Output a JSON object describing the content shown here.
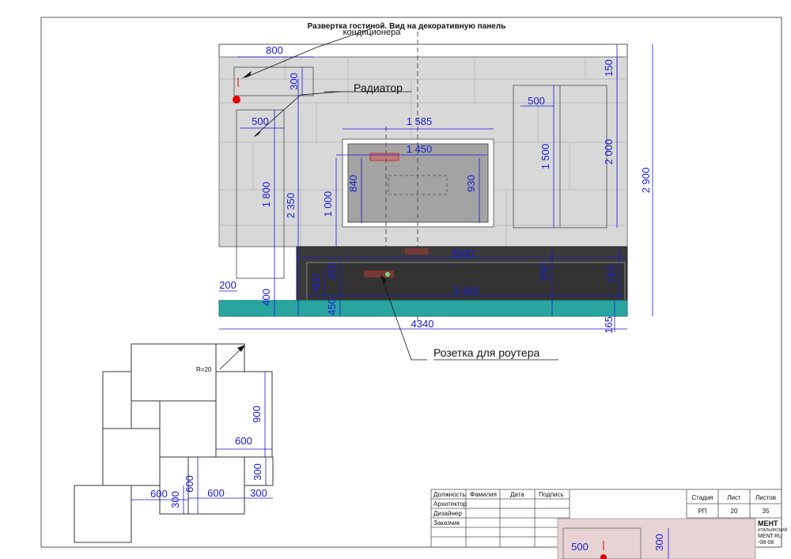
{
  "title": "Развертка гостиной. Вид на декоративную панель",
  "callouts": {
    "ac_text": "кондиционера",
    "radiator": "Радиатор",
    "router": "Розетка для роутера"
  },
  "dims": {
    "d800": "800",
    "d300a": "300",
    "d500a": "500",
    "d1800": "1 800",
    "d2350": "2 350",
    "d200": "200",
    "d400a": "400",
    "d1585": "1 585",
    "d1450": "1 450",
    "d840": "840",
    "d1000": "1 000",
    "d930": "930",
    "d500b": "500",
    "d1500": "1 500",
    "d2000": "2 000",
    "d150": "150",
    "d2900": "2 900",
    "d3500": "3500",
    "d250": "250",
    "d400b": "400",
    "d450": "450",
    "d950": "950",
    "d585": "585",
    "d3400": "3 400",
    "d4340": "4340",
    "d165": "165"
  },
  "tile_detail": {
    "radius": "R=20",
    "d900": "900",
    "d600a": "600",
    "d300a": "300",
    "d600b": "600",
    "d300b": "300",
    "d600c": "600",
    "d300c": "300",
    "d600d": "600"
  },
  "title_block": {
    "headers": [
      "Должность",
      "Фамилия",
      "Дата",
      "Подпись"
    ],
    "roles": [
      "Архитектор",
      "Дизайнер",
      "Заказчик"
    ],
    "stage_header": "Стадия",
    "sheet_header": "Лист",
    "sheets_header": "Листов",
    "stage": "РП",
    "sheet": "20",
    "sheets": "35"
  },
  "logo_fragment": [
    "МЕНТ",
    "ИТАЛЬЯНСКИЙ",
    "MENT.RU",
    "-08-08"
  ],
  "overlay_dims": {
    "d500": "500",
    "d300": "300"
  },
  "colors": {
    "wall": "#d8d8d8",
    "panel": "#3a3a3a",
    "teal": "#2aa6a0",
    "dimension": "#1a1ad8",
    "marker": "#e00000"
  }
}
